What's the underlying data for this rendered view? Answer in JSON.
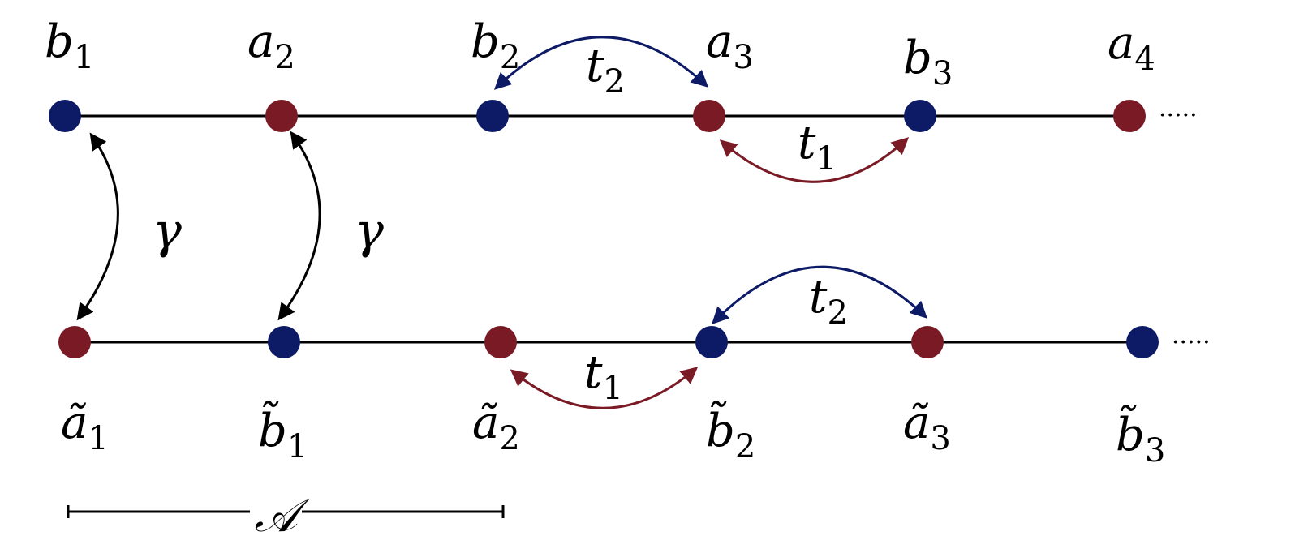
{
  "colors": {
    "red": "#7a1a25",
    "blue": "#0d1a66",
    "line": "#000000"
  },
  "top_chain": {
    "nodes": [
      {
        "base": "b",
        "sub": "1",
        "color": "blue"
      },
      {
        "base": "a",
        "sub": "2",
        "color": "red"
      },
      {
        "base": "b",
        "sub": "2",
        "color": "blue"
      },
      {
        "base": "a",
        "sub": "3",
        "color": "red"
      },
      {
        "base": "b",
        "sub": "3",
        "color": "blue"
      },
      {
        "base": "a",
        "sub": "4",
        "color": "red"
      }
    ],
    "ellipsis": "·····"
  },
  "bottom_chain": {
    "nodes": [
      {
        "base": "ã",
        "sub": "1",
        "color": "red"
      },
      {
        "base": "b̃",
        "sub": "1",
        "color": "blue"
      },
      {
        "base": "ã",
        "sub": "2",
        "color": "red"
      },
      {
        "base": "b̃",
        "sub": "2",
        "color": "blue"
      },
      {
        "base": "ã",
        "sub": "3",
        "color": "red"
      },
      {
        "base": "b̃",
        "sub": "3",
        "color": "blue"
      }
    ],
    "ellipsis": "·····"
  },
  "couplings": {
    "gamma": "γ",
    "t1_base": "t",
    "t1_sub": "1",
    "t2_base": "t",
    "t2_sub": "2"
  },
  "region": {
    "label": "𝒜"
  }
}
